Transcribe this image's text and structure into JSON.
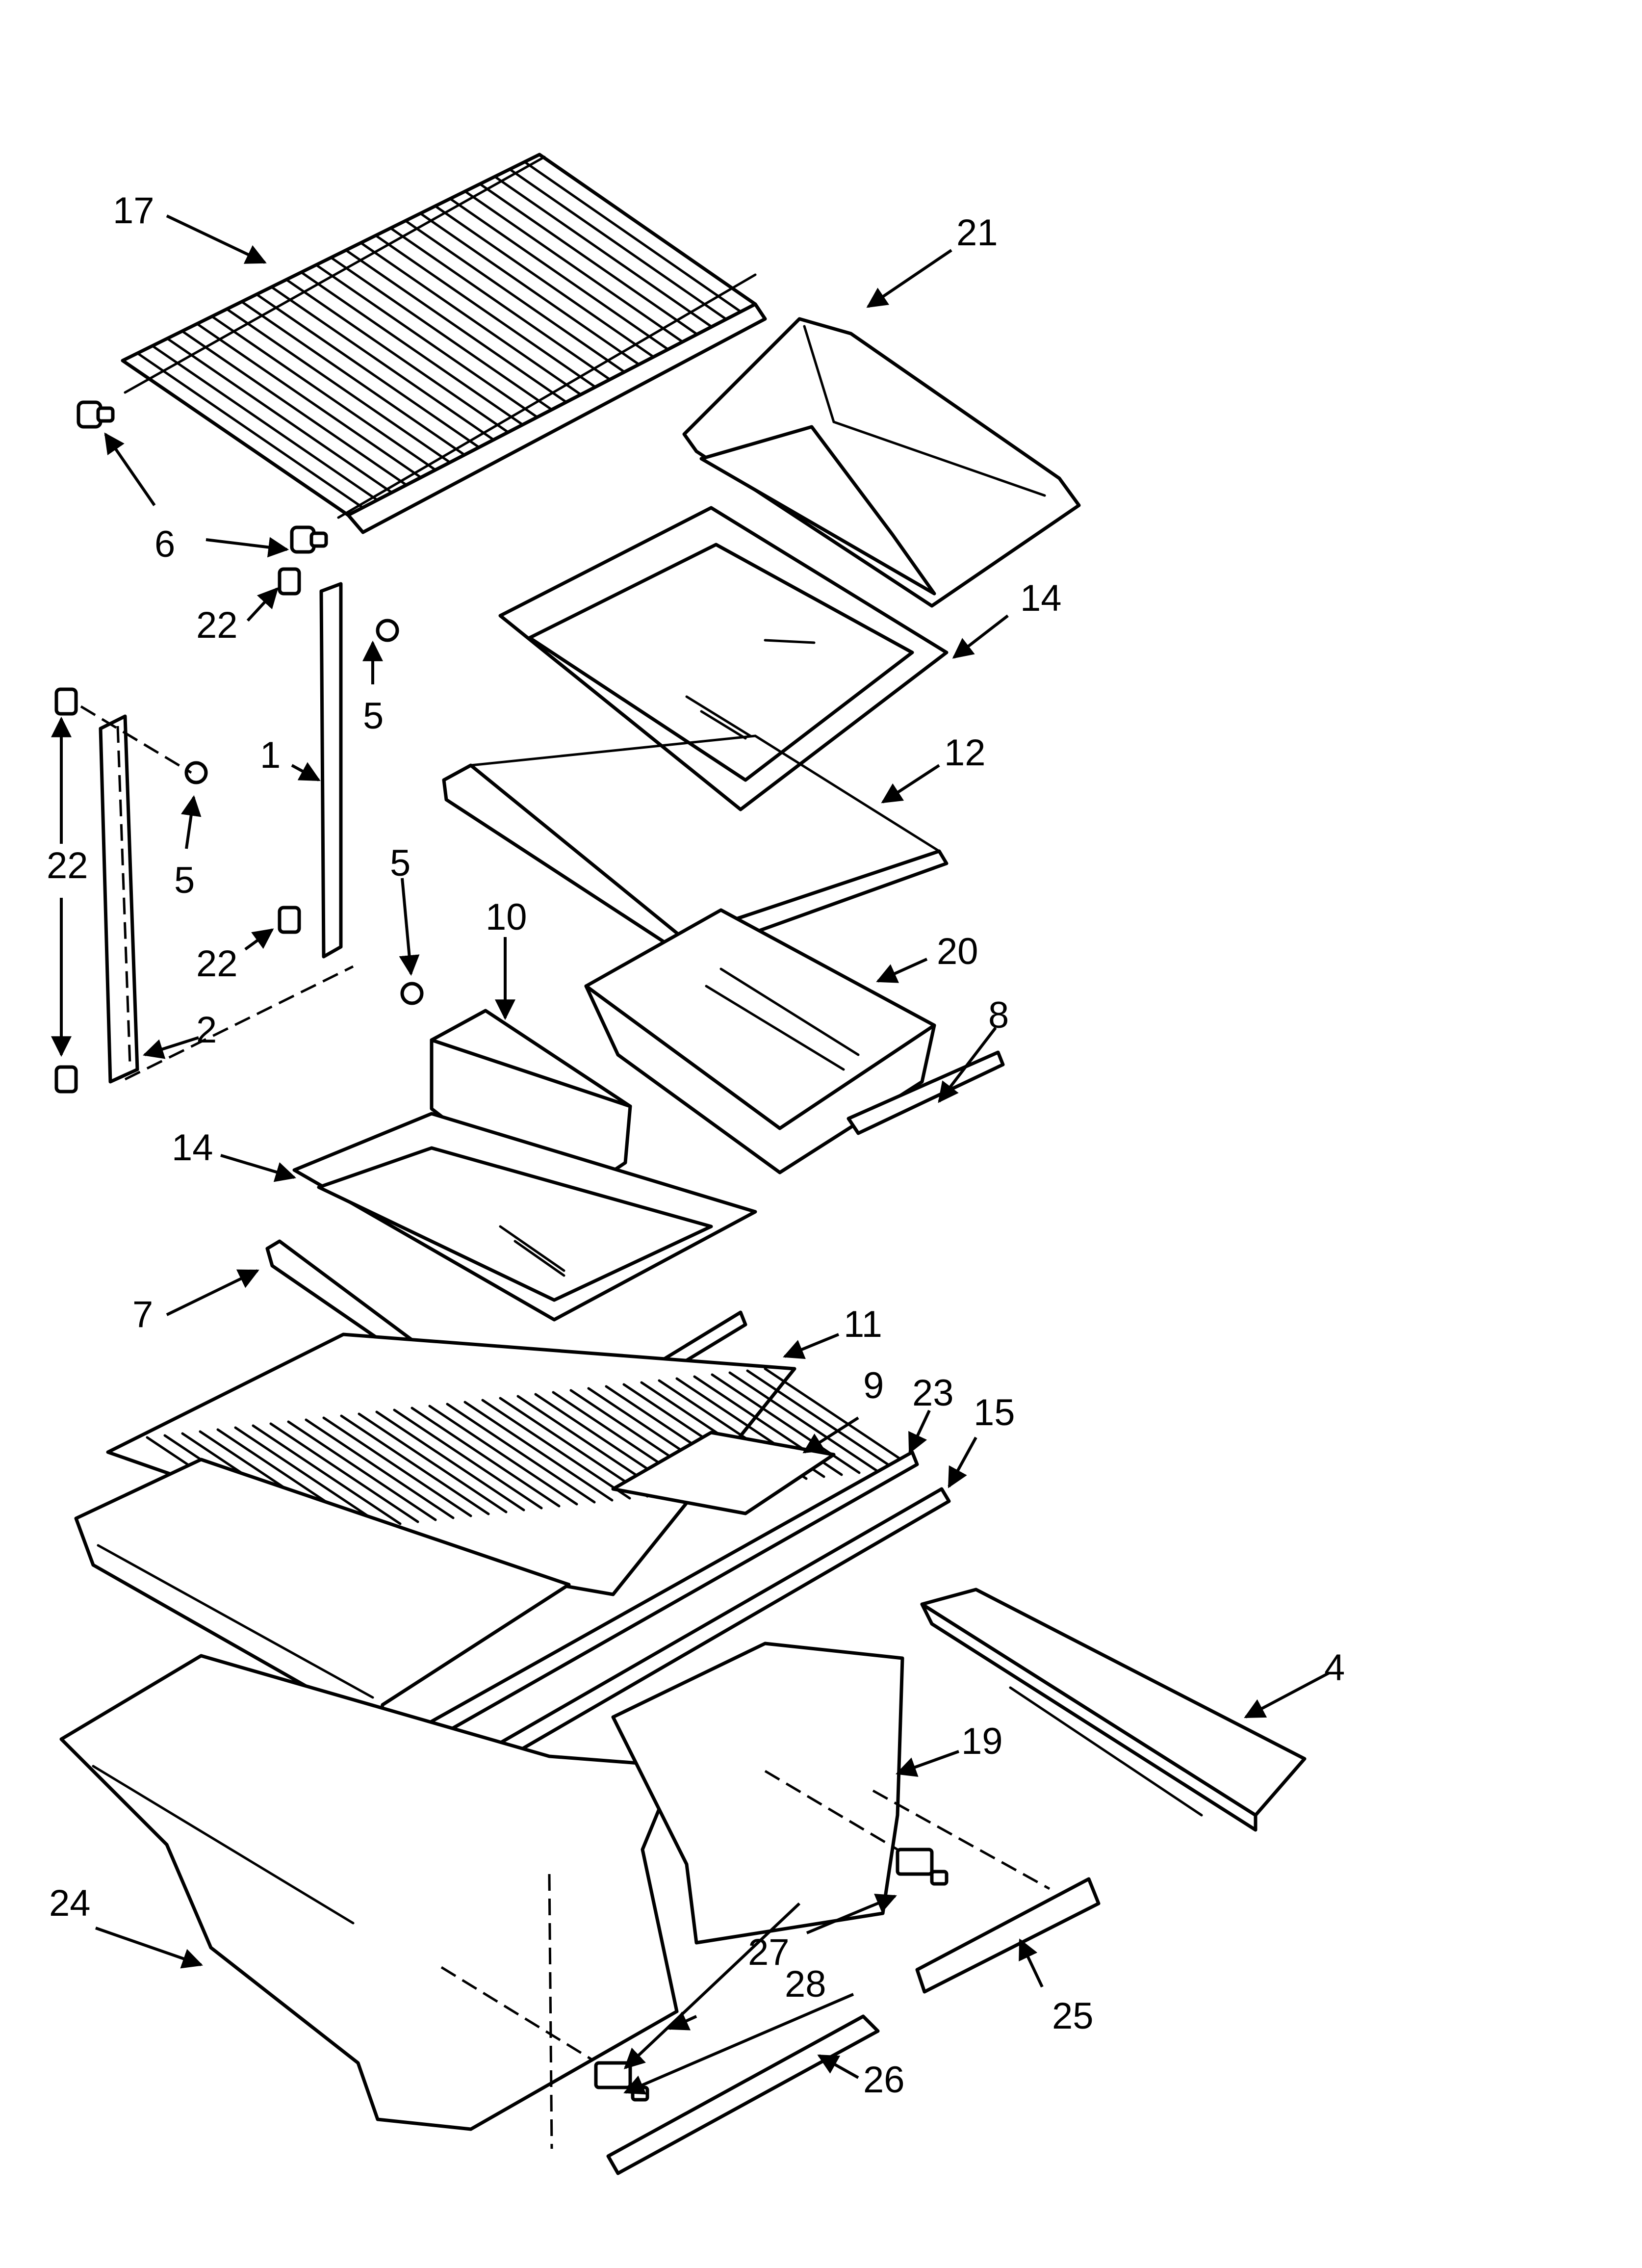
{
  "diagram": {
    "type": "exploded-parts-view",
    "colors": {
      "line": "#000000",
      "background": "#ffffff"
    },
    "callouts": [
      {
        "id": "c1",
        "label": "1"
      },
      {
        "id": "c2",
        "label": "2"
      },
      {
        "id": "c4",
        "label": "4"
      },
      {
        "id": "c5a",
        "label": "5"
      },
      {
        "id": "c5b",
        "label": "5"
      },
      {
        "id": "c5c",
        "label": "5"
      },
      {
        "id": "c6",
        "label": "6"
      },
      {
        "id": "c7",
        "label": "7"
      },
      {
        "id": "c8",
        "label": "8"
      },
      {
        "id": "c9",
        "label": "9"
      },
      {
        "id": "c10",
        "label": "10"
      },
      {
        "id": "c11",
        "label": "11"
      },
      {
        "id": "c12",
        "label": "12"
      },
      {
        "id": "c14a",
        "label": "14"
      },
      {
        "id": "c14b",
        "label": "14"
      },
      {
        "id": "c15",
        "label": "15"
      },
      {
        "id": "c17",
        "label": "17"
      },
      {
        "id": "c19",
        "label": "19"
      },
      {
        "id": "c20",
        "label": "20"
      },
      {
        "id": "c21",
        "label": "21"
      },
      {
        "id": "c22a",
        "label": "22"
      },
      {
        "id": "c22b",
        "label": "22"
      },
      {
        "id": "c22c",
        "label": "22"
      },
      {
        "id": "c23",
        "label": "23"
      },
      {
        "id": "c24",
        "label": "24"
      },
      {
        "id": "c25",
        "label": "25"
      },
      {
        "id": "c26",
        "label": "26"
      },
      {
        "id": "c27",
        "label": "27"
      },
      {
        "id": "c28",
        "label": "28"
      }
    ]
  }
}
